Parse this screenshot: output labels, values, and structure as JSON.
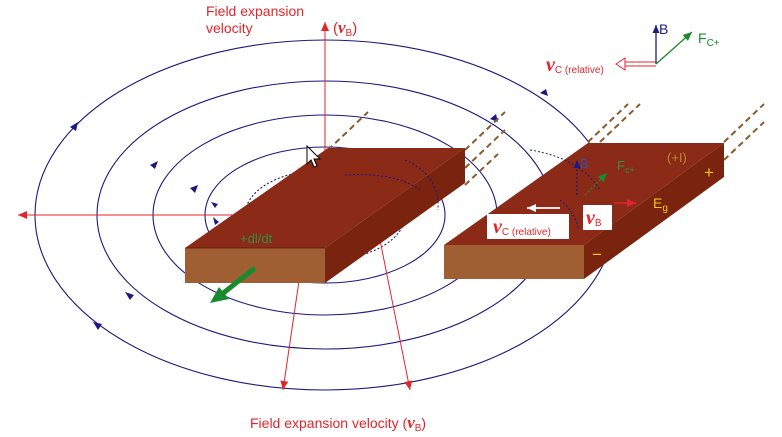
{
  "labels": {
    "top_line1": "Field expansion",
    "top_line2": "velocity",
    "top_paren_open": "(",
    "nu_symbol": "ν",
    "sub_B": "B",
    "top_paren_close": ")",
    "bottom_text": "Field expansion velocity (",
    "bottom_paren_close": ")",
    "didt": "+dl/dt",
    "legend_B": "B",
    "legend_F": "F",
    "legend_F_sub": "C+",
    "legend_v_sub": "C (relative)",
    "mid_v_sub": "C (relative)",
    "plate_B": "B",
    "plate_F": "F",
    "plate_F_sub": "c+",
    "vB_box_sub": "B",
    "Eg": "E",
    "Eg_sub": "g",
    "plus_I": "(+I)",
    "plus": "+",
    "minus": "−"
  },
  "colors": {
    "field_line": "#1a1a80",
    "red": "#e0262c",
    "green": "#1a8a2e",
    "conductor_top": "#8b2b17",
    "conductor_front": "#a05e33",
    "dashed": "#8a5a2b",
    "yellow": "#f2c41a"
  },
  "icons": [
    "mouse-cursor-icon",
    "current-direction-arrow-icon"
  ]
}
